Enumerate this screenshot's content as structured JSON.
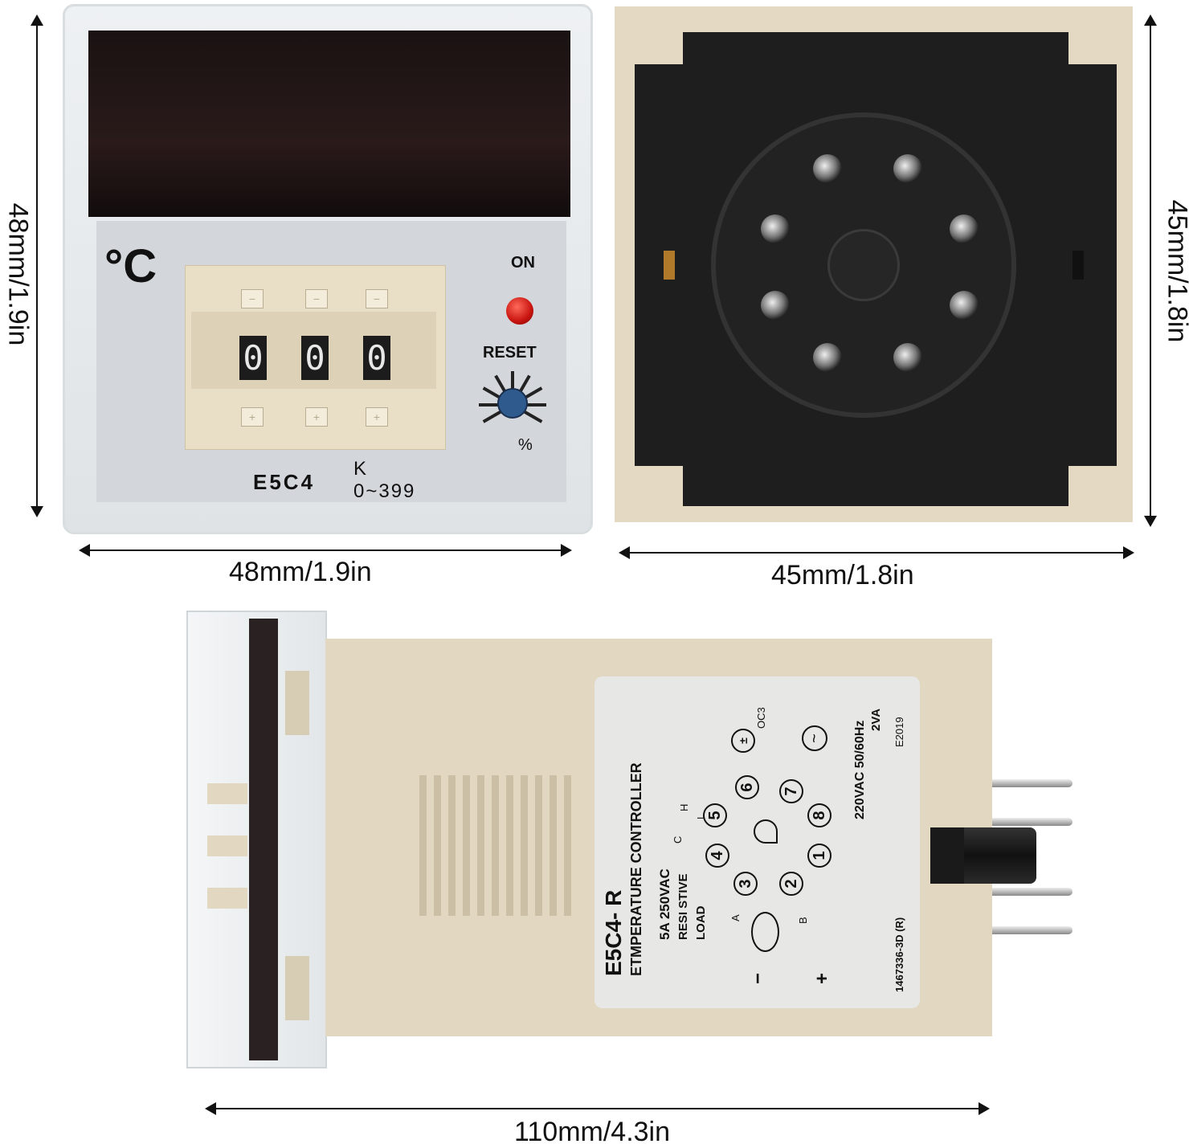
{
  "dimensions": {
    "front_height": "48mm/1.9in",
    "front_width": "48mm/1.9in",
    "back_height": "45mm/1.8in",
    "back_width": "45mm/1.8in",
    "side_length": "110mm/4.3in"
  },
  "front_panel": {
    "unit": "°C",
    "on_label": "ON",
    "reset_label": "RESET",
    "percent_label": "%",
    "model": "E5C4",
    "range": "K 0~399",
    "digits": [
      "0",
      "0",
      "0"
    ],
    "minus_symbol": "−",
    "plus_symbol": "+"
  },
  "side_label": {
    "model": "E5C4- R",
    "title": "ETMPERATURE CONTROLLER",
    "rating1": "5A 250VAC",
    "rating2": "RESI STIVE",
    "rating3": "LOAD",
    "pins": [
      "1",
      "2",
      "3",
      "4",
      "5",
      "6",
      "7",
      "8"
    ],
    "power": "220VAC 50/60Hz",
    "power_va": "2VA",
    "code": "E2019",
    "part": "1467336-3D (R)",
    "oc": "OC3",
    "terminals": {
      "a": "A",
      "b": "B",
      "c": "C",
      "h": "H",
      "l": "L",
      "plus": "+",
      "minus": "−"
    }
  }
}
